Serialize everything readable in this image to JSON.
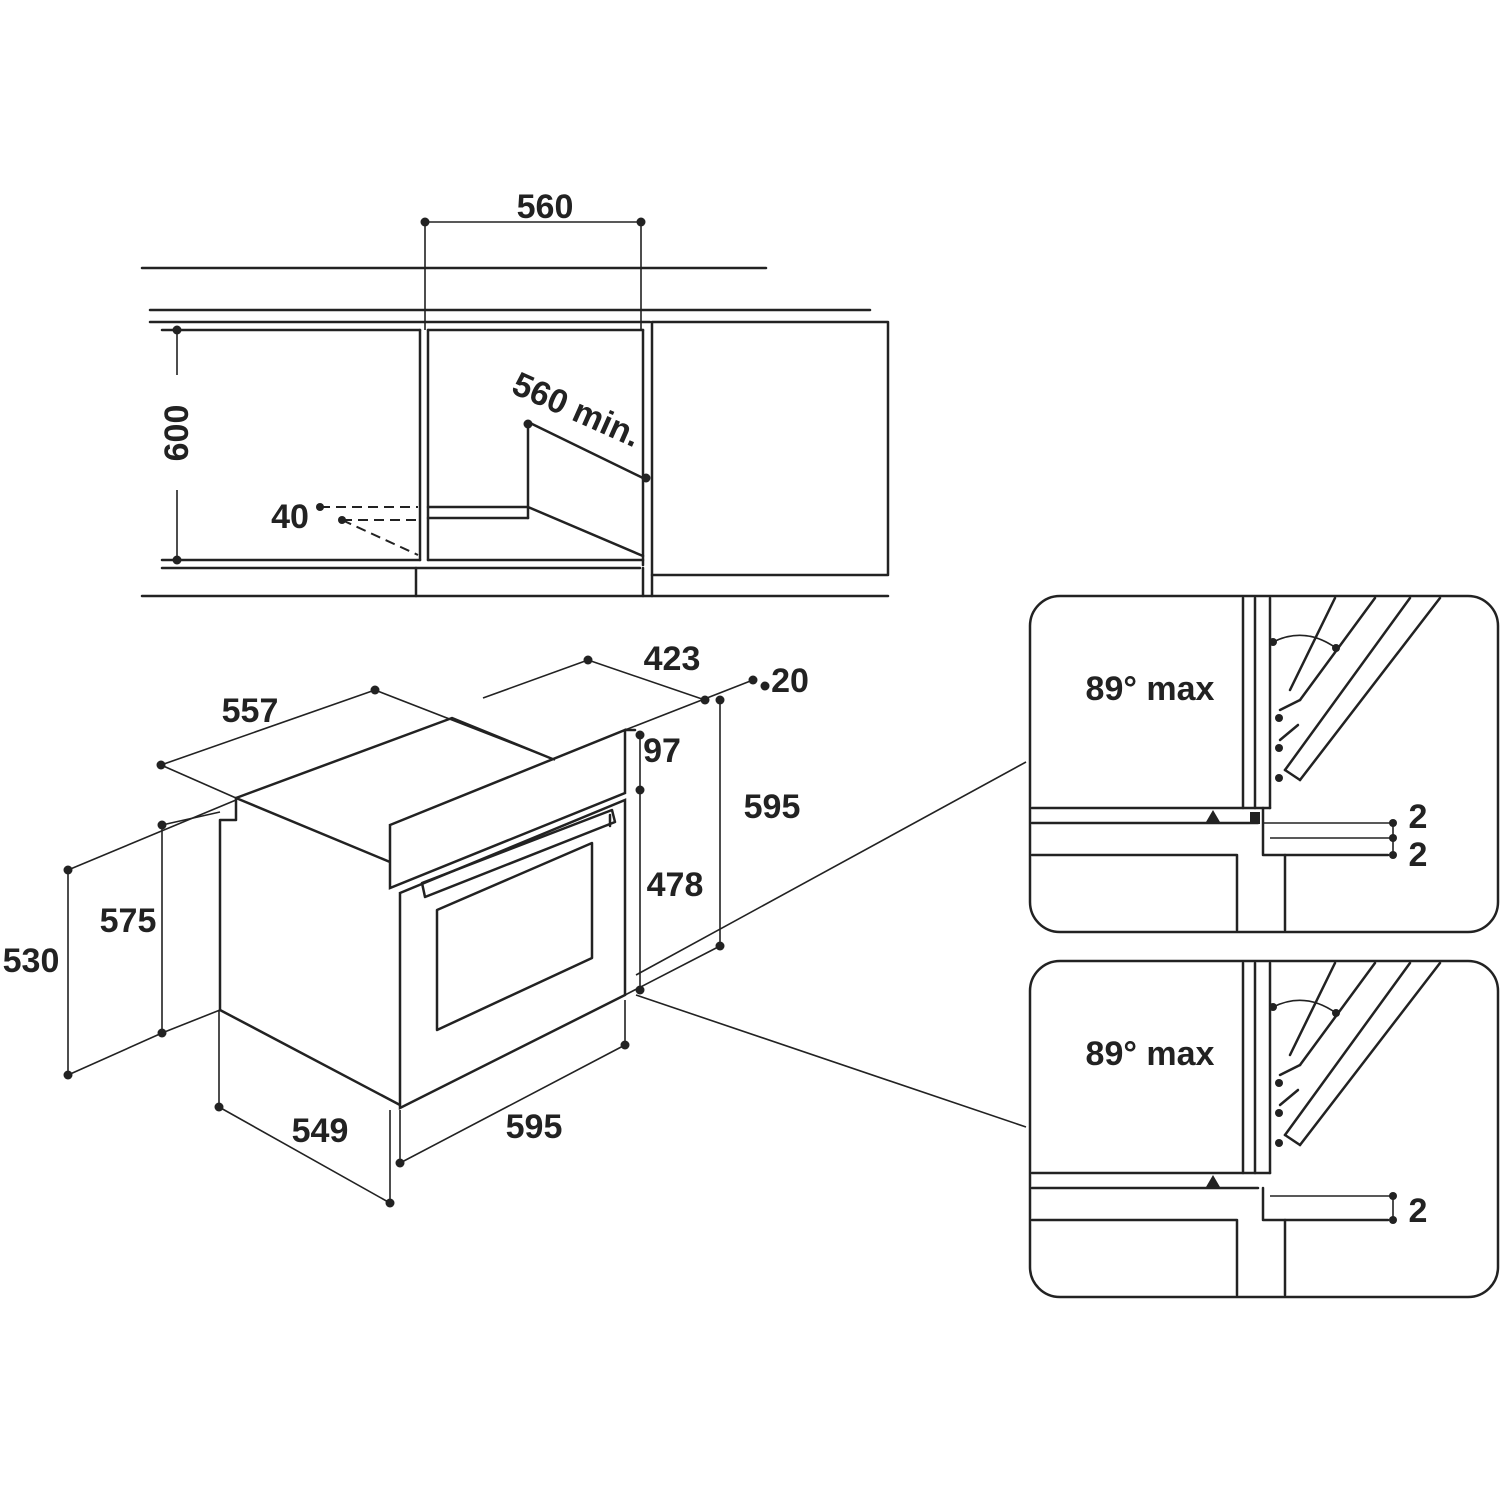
{
  "cabinet": {
    "width_label": "560",
    "height_label": "600",
    "depth_label": "560 min.",
    "vent_label": "40"
  },
  "oven": {
    "top_depth_label": "557",
    "rear_depth_label": "423",
    "gap_label": "20",
    "panel_label": "97",
    "overall_height_label": "595",
    "door_height_label": "478",
    "side_height_label": "575",
    "back_height_label": "530",
    "base_depth_label": "549",
    "front_width_label": "595"
  },
  "details": [
    {
      "angle_label": "89° max",
      "gap_labels": [
        "2",
        "2"
      ]
    },
    {
      "angle_label": "89° max",
      "gap_labels": [
        "2"
      ]
    }
  ]
}
